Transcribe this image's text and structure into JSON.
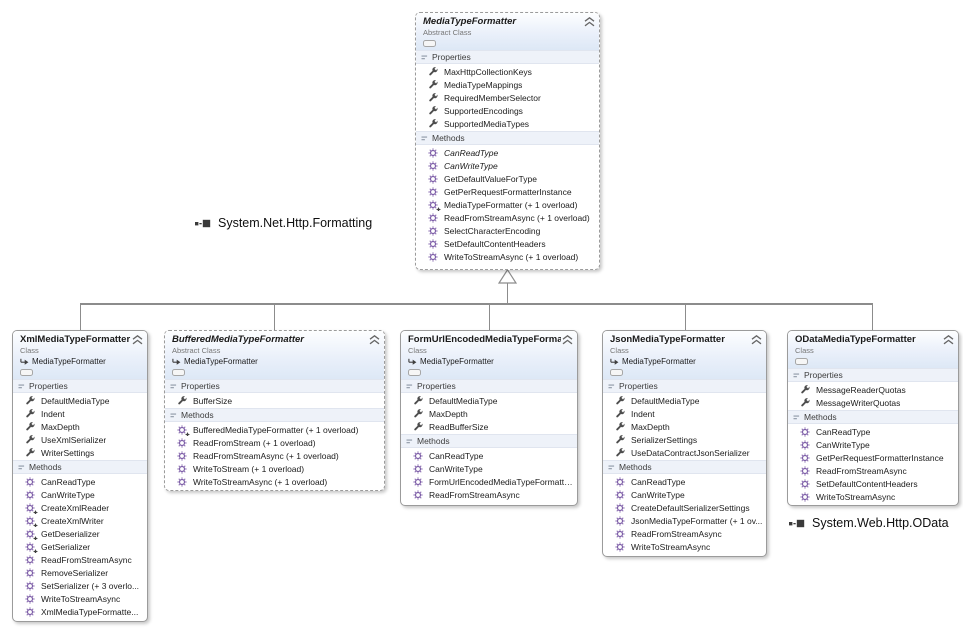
{
  "diagram": {
    "namespaces": [
      {
        "text": "System.Net.Http.Formatting"
      },
      {
        "text": "System.Web.Http.OData"
      }
    ],
    "compartments": {
      "properties": "Properties",
      "methods": "Methods"
    }
  },
  "icons": {
    "property": "wrench-icon",
    "method": "gear-cube-icon",
    "protected_marker": "star-badge",
    "collapse": "double-chevron-up-icon",
    "compartment_toggle": "collapse-lines-icon",
    "inherits": "elbow-arrow-right-icon",
    "namespace": "two-squares-icon",
    "inheritance_connector": "hollow-triangle-up"
  },
  "classes": [
    {
      "id": "media-type-formatter",
      "name": "MediaTypeFormatter",
      "kind": "Abstract Class",
      "abstract": true,
      "base": "",
      "properties": [
        "MaxHttpCollectionKeys",
        "MediaTypeMappings",
        "RequiredMemberSelector",
        "SupportedEncodings",
        "SupportedMediaTypes"
      ],
      "methods": [
        {
          "name": "CanReadType",
          "italic": true
        },
        {
          "name": "CanWriteType",
          "italic": true
        },
        {
          "name": "GetDefaultValueForType"
        },
        {
          "name": "GetPerRequestFormatterInstance"
        },
        {
          "name": "MediaTypeFormatter (+ 1 overload)",
          "mark": true
        },
        {
          "name": "ReadFromStreamAsync (+ 1 overload)"
        },
        {
          "name": "SelectCharacterEncoding"
        },
        {
          "name": "SetDefaultContentHeaders"
        },
        {
          "name": "WriteToStreamAsync (+ 1 overload)"
        }
      ]
    },
    {
      "id": "xml-media-type-formatter",
      "name": "XmlMediaTypeFormatter",
      "kind": "Class",
      "abstract": false,
      "base": "MediaTypeFormatter",
      "properties": [
        "DefaultMediaType",
        "Indent",
        "MaxDepth",
        "UseXmlSerializer",
        "WriterSettings"
      ],
      "methods": [
        {
          "name": "CanReadType"
        },
        {
          "name": "CanWriteType"
        },
        {
          "name": "CreateXmlReader",
          "mark": true
        },
        {
          "name": "CreateXmlWriter",
          "mark": true
        },
        {
          "name": "GetDeserializer",
          "mark": true
        },
        {
          "name": "GetSerializer",
          "mark": true
        },
        {
          "name": "ReadFromStreamAsync"
        },
        {
          "name": "RemoveSerializer"
        },
        {
          "name": "SetSerializer (+ 3 overlo..."
        },
        {
          "name": "WriteToStreamAsync"
        },
        {
          "name": "XmlMediaTypeFormatte..."
        }
      ]
    },
    {
      "id": "buffered-media-type-formatter",
      "name": "BufferedMediaTypeFormatter",
      "kind": "Abstract Class",
      "abstract": true,
      "base": "MediaTypeFormatter",
      "properties": [
        "BufferSize"
      ],
      "methods": [
        {
          "name": "BufferedMediaTypeFormatter (+ 1 overload)",
          "mark": true
        },
        {
          "name": "ReadFromStream (+ 1 overload)"
        },
        {
          "name": "ReadFromStreamAsync (+ 1 overload)"
        },
        {
          "name": "WriteToStream (+ 1 overload)"
        },
        {
          "name": "WriteToStreamAsync (+ 1 overload)"
        }
      ]
    },
    {
      "id": "form-url-encoded-media-type-formatter",
      "name": "FormUrlEncodedMediaTypeFormatter",
      "kind": "Class",
      "abstract": false,
      "base": "MediaTypeFormatter",
      "properties": [
        "DefaultMediaType",
        "MaxDepth",
        "ReadBufferSize"
      ],
      "methods": [
        {
          "name": "CanReadType"
        },
        {
          "name": "CanWriteType"
        },
        {
          "name": "FormUrlEncodedMediaTypeFormatter..."
        },
        {
          "name": "ReadFromStreamAsync"
        }
      ]
    },
    {
      "id": "json-media-type-formatter",
      "name": "JsonMediaTypeFormatter",
      "kind": "Class",
      "abstract": false,
      "base": "MediaTypeFormatter",
      "properties": [
        "DefaultMediaType",
        "Indent",
        "MaxDepth",
        "SerializerSettings",
        "UseDataContractJsonSerializer"
      ],
      "methods": [
        {
          "name": "CanReadType"
        },
        {
          "name": "CanWriteType"
        },
        {
          "name": "CreateDefaultSerializerSettings"
        },
        {
          "name": "JsonMediaTypeFormatter (+ 1 ov..."
        },
        {
          "name": "ReadFromStreamAsync"
        },
        {
          "name": "WriteToStreamAsync"
        }
      ]
    },
    {
      "id": "odata-media-type-formatter",
      "name": "ODataMediaTypeFormatter",
      "kind": "Class",
      "abstract": false,
      "base": "",
      "properties": [
        "MessageReaderQuotas",
        "MessageWriterQuotas"
      ],
      "methods": [
        {
          "name": "CanReadType"
        },
        {
          "name": "CanWriteType"
        },
        {
          "name": "GetPerRequestFormatterInstance"
        },
        {
          "name": "ReadFromStreamAsync"
        },
        {
          "name": "SetDefaultContentHeaders"
        },
        {
          "name": "WriteToStreamAsync"
        }
      ]
    }
  ]
}
